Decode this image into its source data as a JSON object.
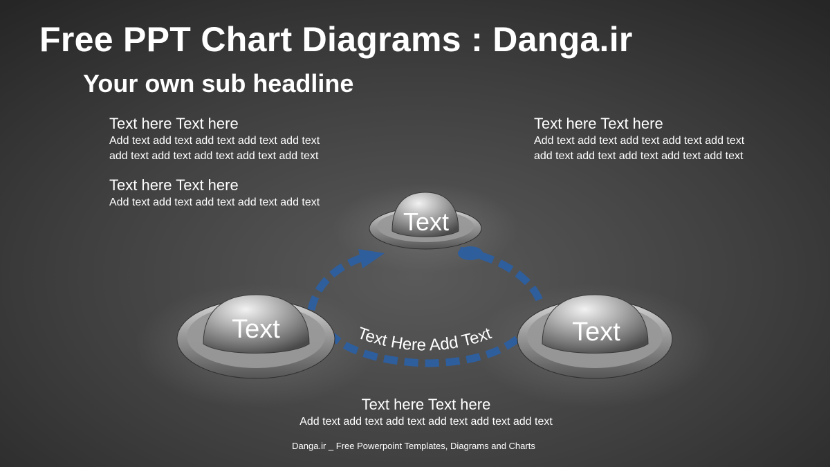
{
  "title": "Free PPT Chart Diagrams : Danga.ir",
  "subtitle": "Your own sub headline",
  "blocks": {
    "left_1": {
      "heading": "Text here Text here",
      "lines": [
        "Add text add text add text add text add text",
        "add text add text add text add text add text"
      ]
    },
    "left_2": {
      "heading": "Text here Text here",
      "lines": [
        "Add text add text add text add text add text"
      ]
    },
    "right": {
      "heading": "Text here Text here",
      "lines": [
        "Add text add text add text add text add text",
        "add text add text add text add text add text"
      ]
    },
    "bottom": {
      "heading": "Text here Text here",
      "lines": [
        "Add text add text add text add text add text add text"
      ]
    }
  },
  "diagram": {
    "nodes": [
      {
        "label": "Text"
      },
      {
        "label": "Text"
      },
      {
        "label": "Text"
      }
    ],
    "arc_label": "Text Here Add Text",
    "arrow_color": "#2e5e9c"
  },
  "footer": "Danga.ir _ Free Powerpoint Templates, Diagrams and Charts"
}
